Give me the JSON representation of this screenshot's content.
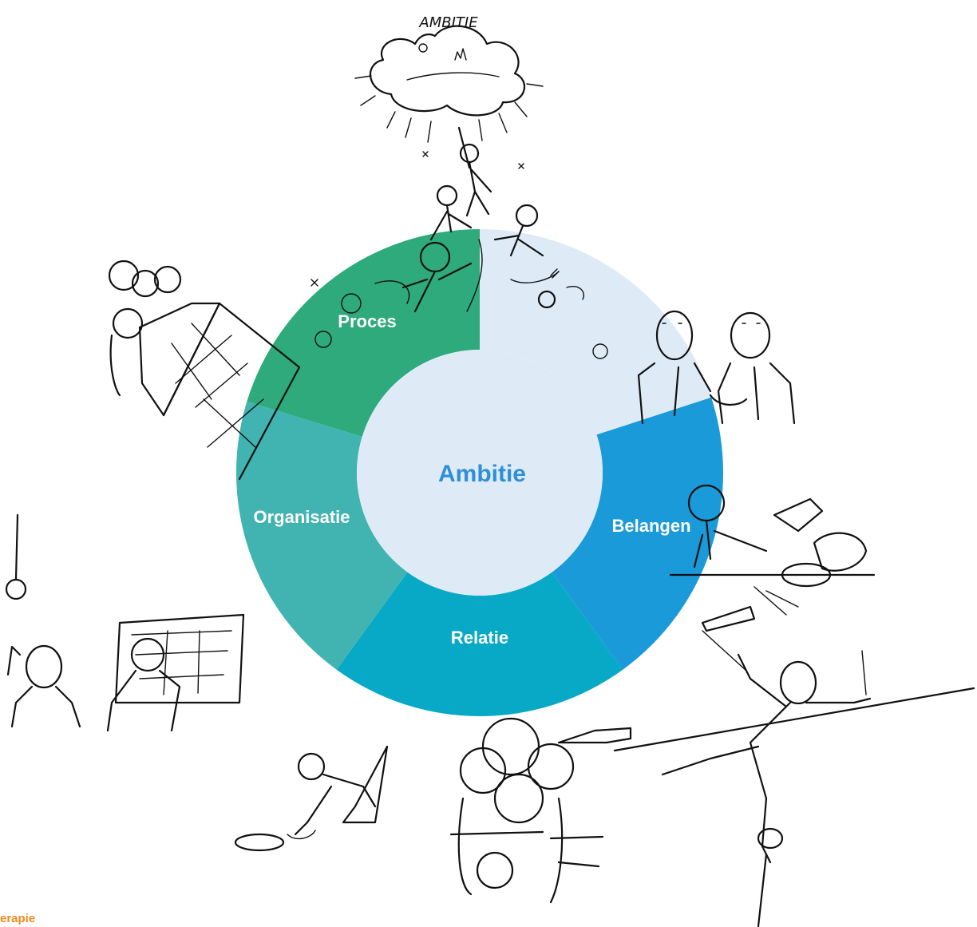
{
  "center": {
    "label": "Ambitie",
    "color": "#2e8fd6",
    "fill": "#deebf7"
  },
  "segments": [
    {
      "id": "proces",
      "label": "Proces",
      "color": "#2eaa7c"
    },
    {
      "id": "ambitie-top",
      "label": "",
      "color": "#deebf7"
    },
    {
      "id": "belangen",
      "label": "Belangen",
      "color": "#1a9ad8"
    },
    {
      "id": "relatie",
      "label": "Relatie",
      "color": "#08a9c6"
    },
    {
      "id": "organisatie",
      "label": "Organisatie",
      "color": "#41b3b0"
    }
  ],
  "illustrations": {
    "cloud_caption": "AMBITIE"
  },
  "footer": {
    "text": "erapie",
    "color": "#f08a1c"
  }
}
